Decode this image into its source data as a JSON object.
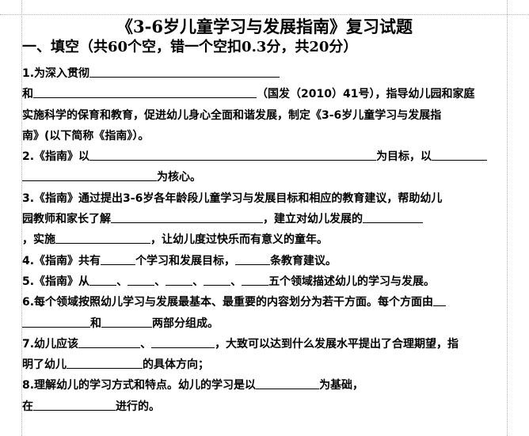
{
  "document": {
    "title": "《3-6岁儿童学习与发展指南》复习试题",
    "section_heading": "一、填空（共60个空，错一个空扣0.3分，共20分）",
    "questions": [
      {
        "number": "1.",
        "lines": [
          {
            "segments": [
              "为深入贯彻",
              {
                "blank": 240
              }
            ]
          },
          {
            "segments": [
              "和",
              {
                "blank": 282
              },
              "（国发（2010）41号），指导幼儿园和家庭"
            ]
          },
          {
            "segments": [
              "实施科学的保育和教育，促进幼儿身心全面和谐发展，制定《3-6岁儿童学习与发展指"
            ]
          },
          {
            "segments": [
              "南》(以下简称《指南》）。"
            ]
          }
        ]
      },
      {
        "number": "2.",
        "lines": [
          {
            "segments": [
              "《指南》以",
              {
                "blank": 370
              },
              "为目标，以",
              {
                "blank": 70
              }
            ]
          },
          {
            "segments": [
              {
                "blank": 170
              },
              "为核心。"
            ]
          }
        ]
      },
      {
        "number": "3.",
        "lines": [
          {
            "segments": [
              "《指南》通过提出3-6岁各年龄段儿童学习与发展目标和相应的教育建议，帮助幼儿"
            ]
          },
          {
            "segments": [
              "园教师和家长了解",
              {
                "blank": 196
              },
              "，建立对幼儿发展的",
              {
                "blank": 80
              }
            ]
          },
          {
            "segments": [
              "，实施",
              {
                "blank": 120
              },
              "，让幼儿度过快乐而有意义的童年。"
            ]
          }
        ]
      },
      {
        "number": "4.",
        "lines": [
          {
            "segments": [
              "《指南》共有",
              {
                "blank": 42
              },
              "个学习和发展目标，",
              {
                "blank": 44
              },
              "条教育建议。"
            ]
          }
        ]
      },
      {
        "number": "5.",
        "lines": [
          {
            "segments": [
              "《指南》从",
              {
                "blank": 34
              },
              "、",
              {
                "blank": 34
              },
              "、",
              {
                "blank": 34
              },
              "、",
              {
                "blank": 34
              },
              "、",
              {
                "blank": 34
              },
              "五个领域描述幼儿的学习与发展。"
            ]
          }
        ]
      },
      {
        "number": "6.",
        "lines": [
          {
            "segments": [
              "每个领域按照幼儿学习与发展最基本、最重要的内容划分为若干方面。每个方面由",
              {
                "blank": 18
              }
            ]
          },
          {
            "segments": [
              {
                "blank": 86
              },
              "和",
              {
                "blank": 64
              },
              "两部分组成。"
            ]
          }
        ]
      },
      {
        "number": "7.",
        "lines": [
          {
            "segments": [
              "幼儿应该",
              {
                "blank": 78
              },
              "、",
              {
                "blank": 80
              },
              "，大致可以达到什么发展水平提出了合理期望，指"
            ]
          },
          {
            "segments": [
              "明了幼儿",
              {
                "blank": 96
              },
              "的具体方向；"
            ]
          }
        ]
      },
      {
        "number": "8.",
        "lines": [
          {
            "segments": [
              "理解幼儿的学习方式和特点。幼儿的学习是以",
              {
                "blank": 80
              },
              "为基础，"
            ]
          },
          {
            "segments": [
              "在",
              {
                "blank": 104
              },
              "进行的。"
            ]
          }
        ]
      }
    ]
  },
  "text": {
    "q1_l1_a": "1.为深入贯彻",
    "q1_l2_a": "和",
    "q1_l2_b": "（国发（2010）41号），指导幼儿园和家庭",
    "q1_l3": "实施科学的保育和教育，促进幼儿身心全面和谐发展，制定《3-6岁儿童学习与发展指",
    "q1_l4": "南》(以下简称《指南》）。",
    "q2_l1_a": "2.《指南》以",
    "q2_l1_b": "为目标，以",
    "q2_l2_a": "为核心。",
    "q3_l1": "3.《指南》通过提出3-6岁各年龄段儿童学习与发展目标和相应的教育建议，帮助幼儿",
    "q3_l2_a": "园教师和家长了解",
    "q3_l2_b": "，建立对幼儿发展的",
    "q3_l3_a": "，实施",
    "q3_l3_b": "，让幼儿度过快乐而有意义的童年。",
    "q4_a": "4.《指南》共有",
    "q4_b": "个学习和发展目标，",
    "q4_c": "条教育建议。",
    "q5_a": "5.《指南》从",
    "q5_sep": "、",
    "q5_b": "五个领域描述幼儿的学习与发展。",
    "q6_l1": "6.每个领域按照幼儿学习与发展最基本、最重要的内容划分为若干方面。每个方面由",
    "q6_l2_a": "和",
    "q6_l2_b": "两部分组成。",
    "q7_l1_a": "7.幼儿应该",
    "q7_l1_b": "、",
    "q7_l1_c": "，大致可以达到什么发展水平提出了合理期望，指",
    "q7_l2_a": "明了幼儿",
    "q7_l2_b": "的具体方向；",
    "q8_l1_a": "8.理解幼儿的学习方式和特点。幼儿的学习是以",
    "q8_l1_b": "为基础，",
    "q8_l2_a": "在",
    "q8_l2_b": "进行的。"
  }
}
